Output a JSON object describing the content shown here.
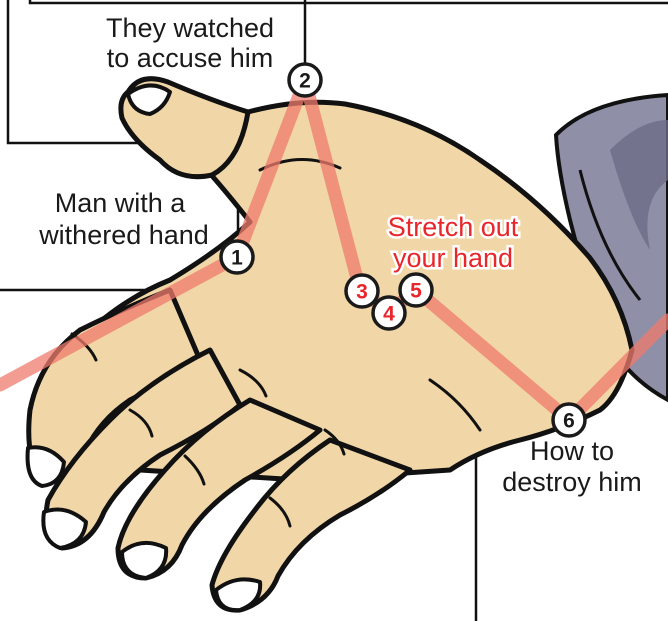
{
  "labels": {
    "watched_line1": "They watched",
    "watched_line2": "to accuse him",
    "withered_line1": "Man with a",
    "withered_line2": "withered hand",
    "stretch_line1": "Stretch out",
    "stretch_line2": "your hand",
    "destroy_line1": "How to",
    "destroy_line2": "destroy him"
  },
  "markers": [
    "1",
    "2",
    "3",
    "4",
    "5",
    "6"
  ],
  "colors": {
    "skin": "#f1d7a8",
    "skin_shadow": "#e0bf88",
    "sleeve": "#8f8fa8",
    "sleeve_shadow": "#6c6c86",
    "path": "#ef7b6c",
    "marker_red": "#e8262b",
    "marker_dark": "#1a1a1a",
    "outline": "#111111"
  }
}
